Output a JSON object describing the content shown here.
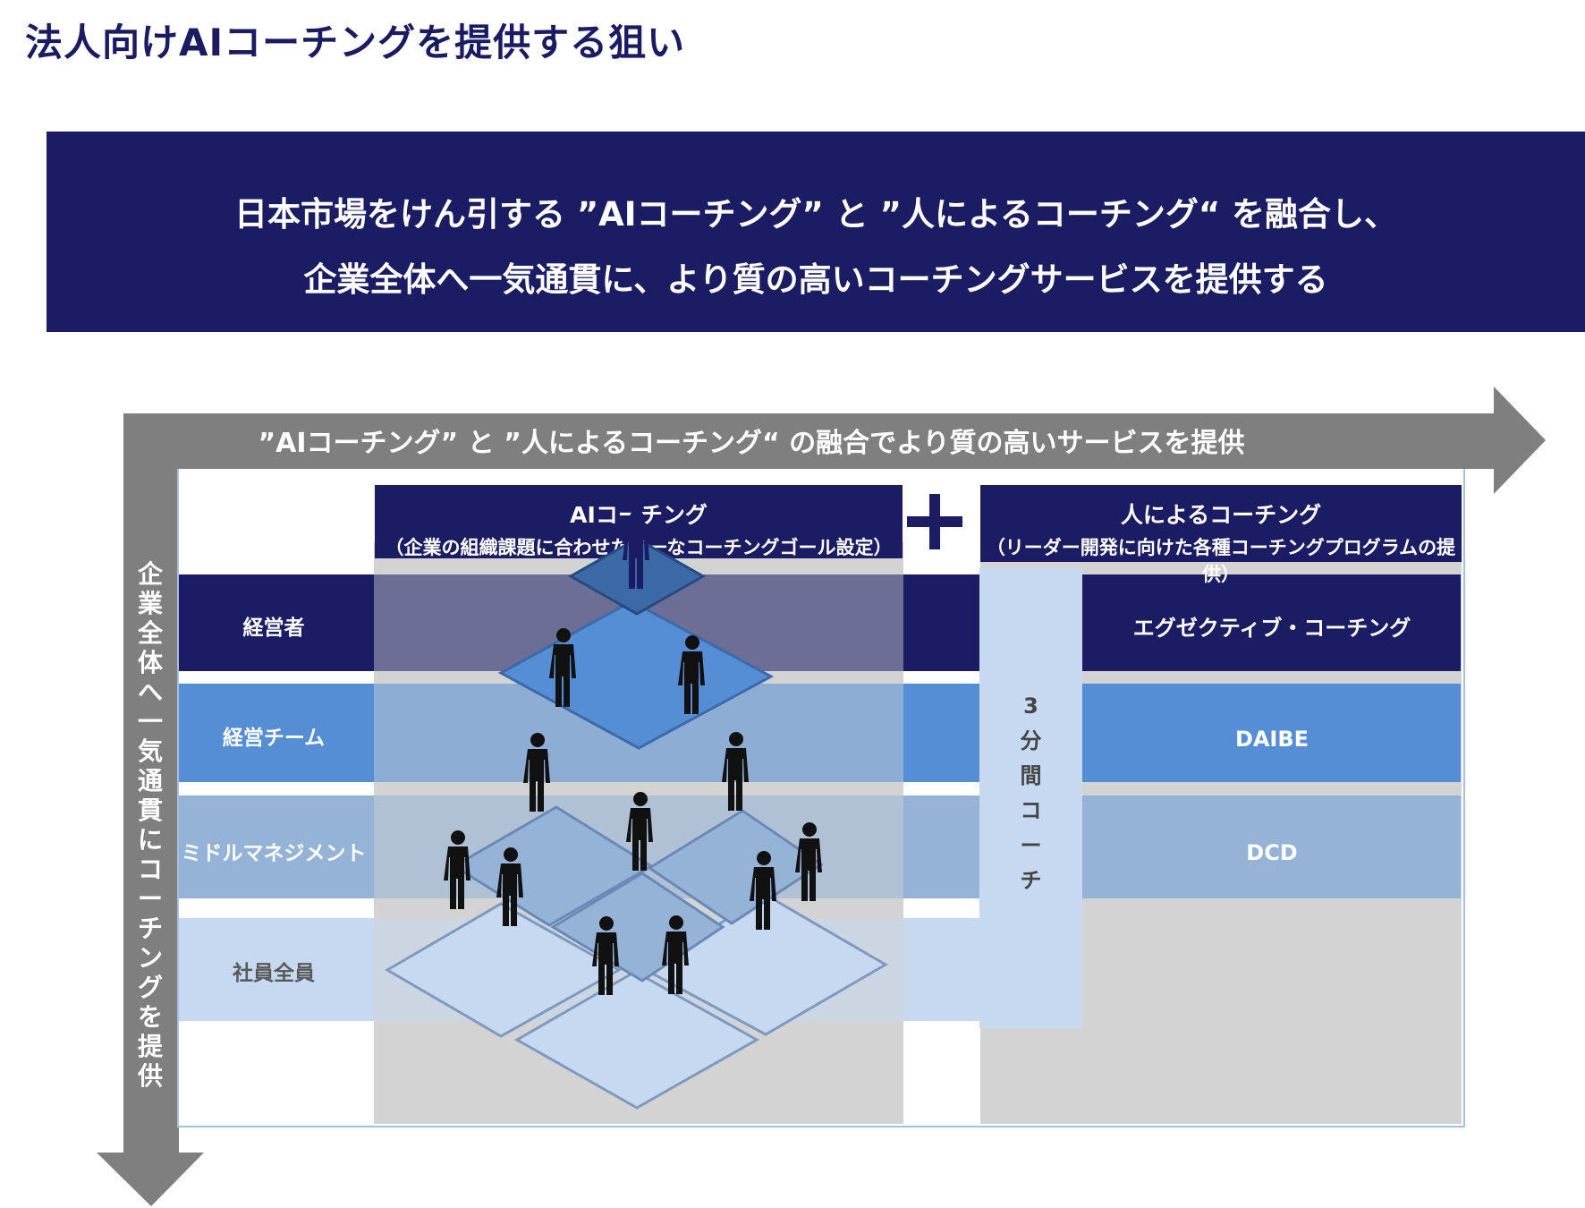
{
  "title": "法人向けAIコーチングを提供する狙い",
  "banner": {
    "line1": "日本市場をけん引する ”AIコーチング” と ”人によるコーチング“ を融合し、",
    "line2": "企業全体へ一気通貫に、より質の高いコーチングサービスを提供する"
  },
  "top_arrow": "”AIコーチング” と ”人によるコーチング“ の融合でより質の高いサービスを提供",
  "left_arrow": "企業全体へ一気通貫にコーチングを提供",
  "ai_header": {
    "title": "AIコーチング",
    "subtitle": "（企業の組織課題に合わせた均一なコーチングゴール設定）"
  },
  "human_header": {
    "title": "人によるコーチング",
    "subtitle": "（リーダー開発に向けた各種コーチングプログラムの提供）"
  },
  "rows": [
    "経営者",
    "経営チーム",
    "ミドルマネジメント",
    "社員全員"
  ],
  "programs": [
    "エグゼクティブ・コーチング",
    "DAIBE",
    "DCD"
  ],
  "coach_label": "3分間コーチ",
  "colors": {
    "navy": "#1b1c64",
    "blue": "#558ed5",
    "light_blue": "#95b3d7",
    "pale_blue": "#c6d9f1",
    "gray": "#7f7f7f"
  }
}
